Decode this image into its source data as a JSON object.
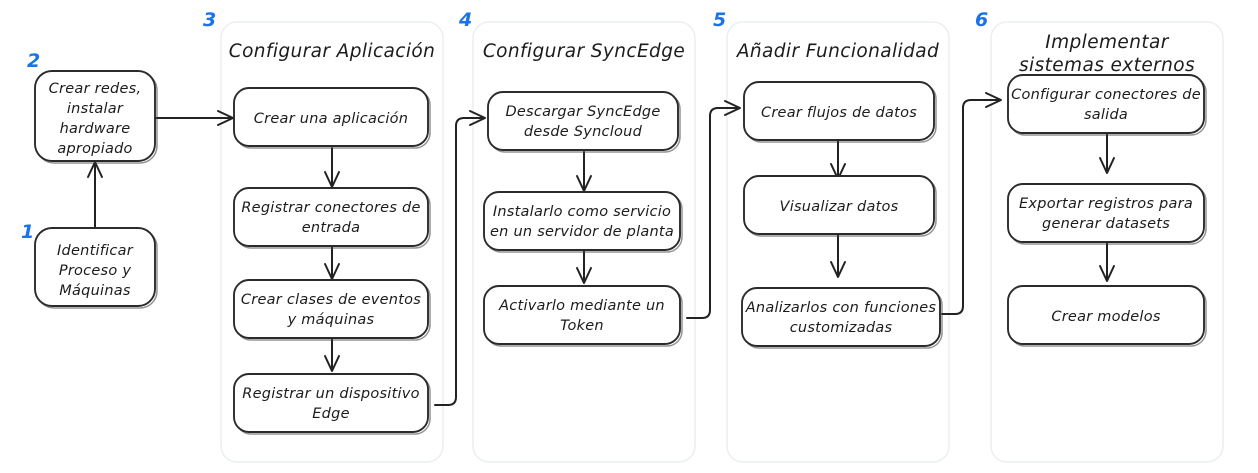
{
  "diagram": {
    "title_visible": false,
    "accent_color": "#1a73e8",
    "line_color": "#222222",
    "panel_border_color": "#eceff1",
    "background": "#ffffff"
  },
  "steps": [
    {
      "number": "1"
    },
    {
      "number": "2"
    },
    {
      "number": "3"
    },
    {
      "number": "4"
    },
    {
      "number": "5"
    },
    {
      "number": "6"
    }
  ],
  "standalone_nodes": [
    {
      "id": "n1",
      "step": "1",
      "lines": [
        "Identificar",
        "Proceso y",
        "Máquinas"
      ]
    },
    {
      "id": "n2",
      "step": "2",
      "lines": [
        "Crear redes,",
        "instalar",
        "hardware",
        "apropiado"
      ]
    }
  ],
  "panels": [
    {
      "id": "p3",
      "step": "3",
      "title": "Configurar Aplicación",
      "title_lines": [
        "Configurar Aplicación"
      ],
      "nodes": [
        {
          "id": "p3n1",
          "lines": [
            "Crear una aplicación"
          ]
        },
        {
          "id": "p3n2",
          "lines": [
            "Registrar conectores de",
            "entrada"
          ]
        },
        {
          "id": "p3n3",
          "lines": [
            "Crear clases de eventos",
            "y máquinas"
          ]
        },
        {
          "id": "p3n4",
          "lines": [
            "Registrar un dispositivo",
            "Edge"
          ]
        }
      ]
    },
    {
      "id": "p4",
      "step": "4",
      "title": "Configurar SyncEdge",
      "title_lines": [
        "Configurar SyncEdge"
      ],
      "nodes": [
        {
          "id": "p4n1",
          "lines": [
            "Descargar SyncEdge",
            "desde Syncloud"
          ]
        },
        {
          "id": "p4n2",
          "lines": [
            "Instalarlo como servicio",
            "en un servidor de planta"
          ]
        },
        {
          "id": "p4n3",
          "lines": [
            "Activarlo mediante un",
            "Token"
          ]
        }
      ]
    },
    {
      "id": "p5",
      "step": "5",
      "title": "Añadir Funcionalidad",
      "title_lines": [
        "Añadir Funcionalidad"
      ],
      "nodes": [
        {
          "id": "p5n1",
          "lines": [
            "Crear flujos de datos"
          ]
        },
        {
          "id": "p5n2",
          "lines": [
            "Visualizar datos"
          ]
        },
        {
          "id": "p5n3",
          "lines": [
            "Analizarlos con funciones",
            "customizadas"
          ]
        }
      ]
    },
    {
      "id": "p6",
      "step": "6",
      "title": "Implementar sistemas externos",
      "title_lines": [
        "Implementar",
        "sistemas externos"
      ],
      "nodes": [
        {
          "id": "p6n1",
          "lines": [
            "Configurar conectores de",
            "salida"
          ]
        },
        {
          "id": "p6n2",
          "lines": [
            "Exportar registros para",
            "generar datasets"
          ]
        },
        {
          "id": "p6n3",
          "lines": [
            "Crear modelos"
          ]
        }
      ]
    }
  ],
  "connections": [
    {
      "from": "n1",
      "to": "n2",
      "kind": "vertical-up"
    },
    {
      "from": "n2",
      "to": "p3n1",
      "kind": "horizontal-right"
    },
    {
      "from": "p3n1",
      "to": "p3n2",
      "kind": "vertical-down"
    },
    {
      "from": "p3n2",
      "to": "p3n3",
      "kind": "vertical-down"
    },
    {
      "from": "p3n3",
      "to": "p3n4",
      "kind": "vertical-down"
    },
    {
      "from": "p3n4",
      "to": "p4n1",
      "kind": "elbow-up-right"
    },
    {
      "from": "p4n1",
      "to": "p4n2",
      "kind": "vertical-down"
    },
    {
      "from": "p4n2",
      "to": "p4n3",
      "kind": "vertical-down"
    },
    {
      "from": "p4n3",
      "to": "p5n1",
      "kind": "elbow-up-right"
    },
    {
      "from": "p5n1",
      "to": "p5n2",
      "kind": "vertical-down"
    },
    {
      "from": "p5n2",
      "to": "p5n3",
      "kind": "vertical-down"
    },
    {
      "from": "p5n3",
      "to": "p6n1",
      "kind": "elbow-up-right"
    },
    {
      "from": "p6n1",
      "to": "p6n2",
      "kind": "vertical-down"
    },
    {
      "from": "p6n2",
      "to": "p6n3",
      "kind": "vertical-down"
    }
  ]
}
